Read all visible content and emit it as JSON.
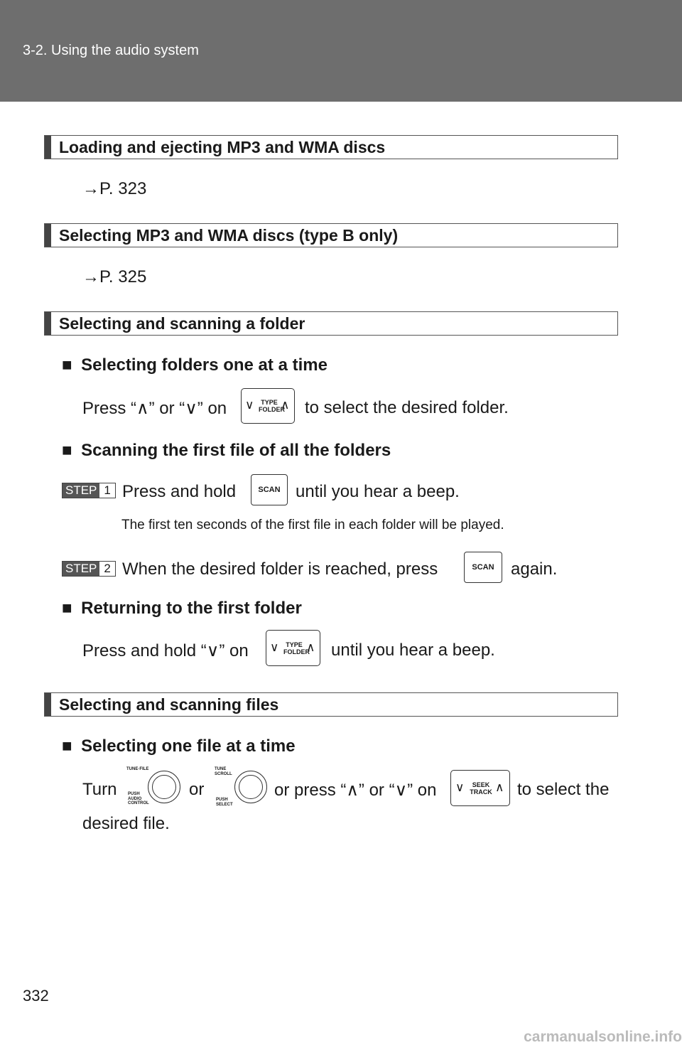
{
  "header": {
    "section": "3-2. Using the audio system"
  },
  "sections": [
    {
      "title": "Loading and ejecting MP3 and WMA discs",
      "ref": "→P. 323"
    },
    {
      "title": "Selecting MP3 and WMA discs (type B only)",
      "ref": "→P. 325"
    },
    {
      "title": "Selecting and scanning a folder"
    },
    {
      "title": "Selecting and scanning files"
    }
  ],
  "folder": {
    "sub1": "Selecting folders one at a time",
    "line1a": "Press “∧” or “∨” on",
    "line1b": "to select the desired folder.",
    "sub2": "Scanning the first file of all the folders",
    "step1": "Press and hold",
    "step1b": "until you hear a beep.",
    "step1_note": "The first ten seconds of the first file in each folder will be played.",
    "step2": "When the desired folder is reached, press",
    "step2b": "again.",
    "sub3": "Returning to the first folder",
    "line3a": "Press and hold “∨” on",
    "line3b": "until you hear a beep."
  },
  "files": {
    "sub1": "Selecting one file at a time",
    "turn": "Turn",
    "or": "or",
    "orpress": "or press “∧” or “∨” on",
    "toselect": "to select the",
    "desired": "desired file."
  },
  "buttons": {
    "type_folder": [
      "TYPE",
      "FOLDER"
    ],
    "scan": "SCAN",
    "seek_track": [
      "SEEK",
      "TRACK"
    ],
    "knob1": {
      "top": "TUNE·FILE",
      "bottom": [
        "PUSH",
        "AUDIO",
        "CONTROL"
      ]
    },
    "knob2": {
      "top": [
        "TUNE",
        "SCROLL"
      ],
      "bottom": [
        "PUSH",
        "SELECT"
      ]
    }
  },
  "steps": {
    "label": "STEP",
    "n1": "1",
    "n2": "2"
  },
  "bullet": "■",
  "page_number": "332",
  "watermark": "carmanualsonline.info"
}
